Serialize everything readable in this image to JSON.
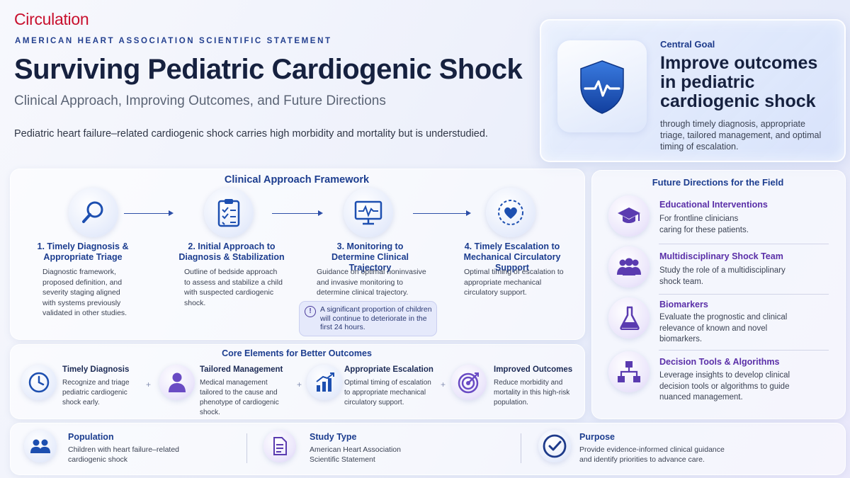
{
  "header": {
    "journal": "Circulation",
    "kicker": "AMERICAN HEART ASSOCIATION SCIENTIFIC STATEMENT",
    "title": "Surviving Pediatric Cardiogenic Shock",
    "subtitle": "Clinical Approach, Improving Outcomes, and Future Directions",
    "intro": "Pediatric heart failure–related cardiogenic shock carries high morbidity and mortality but is understudied."
  },
  "goal": {
    "kicker": "Central Goal",
    "headline": "Improve outcomes in pediatric cardiogenic shock",
    "text": "through timely diagnosis, appropriate triage, tailored management, and optimal timing of escalation.",
    "icon": "shield-heartbeat-icon"
  },
  "framework": {
    "title": "Clinical Approach Framework",
    "steps": [
      {
        "title": "1. Timely Diagnosis & Appropriate Triage",
        "text": "Diagnostic framework, proposed definition, and severity staging aligned with systems previously validated in other studies.",
        "icon": "magnifier-icon"
      },
      {
        "title": "2. Initial Approach to Diagnosis & Stabilization",
        "text": "Outline of bedside approach to assess and stabilize a child with suspected cardiogenic shock.",
        "icon": "clipboard-checklist-icon"
      },
      {
        "title": "3. Monitoring to Determine Clinical Trajectory",
        "text": "Guidance on optimal noninvasive and invasive monitoring to determine clinical trajectory.",
        "icon": "monitor-icon"
      },
      {
        "title": "4. Timely Escalation to Mechanical Circulatory Support",
        "text": "Optimal timing of escalation to appropriate mechanical circulatory support.",
        "icon": "heart-icon"
      }
    ],
    "note": "A significant proportion of children will continue to deteriorate in the first 24 hours."
  },
  "core": {
    "title": "Core Elements for Better Outcomes",
    "items": [
      {
        "title": "Timely Diagnosis",
        "text": "Recognize and triage pediatric cardiogenic shock early.",
        "icon": "clock-icon"
      },
      {
        "title": "Tailored Management",
        "text": "Medical management tailored to the cause and phenotype of cardiogenic shock.",
        "icon": "person-icon"
      },
      {
        "title": "Appropriate Escalation",
        "text": "Optimal timing of escalation to appropriate mechanical circulatory support.",
        "icon": "bar-chart-up-icon"
      },
      {
        "title": "Improved Outcomes",
        "text": "Reduce morbidity and mortality in this high-risk population.",
        "icon": "target-icon"
      }
    ],
    "plus": "+"
  },
  "future": {
    "title": "Future Directions for the Field",
    "items": [
      {
        "title": "Educational Interventions",
        "text": "For frontline clinicians caring for these patients.",
        "icon": "graduation-cap-icon"
      },
      {
        "title": "Multidisciplinary Shock Team",
        "text": "Study the role of a multidisciplinary shock team.",
        "icon": "team-icon"
      },
      {
        "title": "Biomarkers",
        "text": "Evaluate the prognostic and clinical relevance of known and novel biomarkers.",
        "icon": "flask-icon"
      },
      {
        "title": "Decision Tools & Algorithms",
        "text": "Leverage insights to develop clinical decision tools or algorithms to guide nuanced management.",
        "icon": "flowchart-icon"
      }
    ]
  },
  "bottom": {
    "items": [
      {
        "title": "Population",
        "text": "Children with heart failure–related cardiogenic shock",
        "icon": "people-icon"
      },
      {
        "title": "Study Type",
        "text": "American Heart Association Scientific Statement",
        "icon": "document-icon"
      },
      {
        "title": "Purpose",
        "text": "Provide evidence-informed clinical guidance and identify priorities to advance care.",
        "icon": "checkmark-icon"
      }
    ]
  },
  "colors": {
    "brand_red": "#c8102e",
    "navy": "#16213f",
    "accent_blue": "#1c3d8f",
    "accent_purple": "#5a2fa8"
  }
}
